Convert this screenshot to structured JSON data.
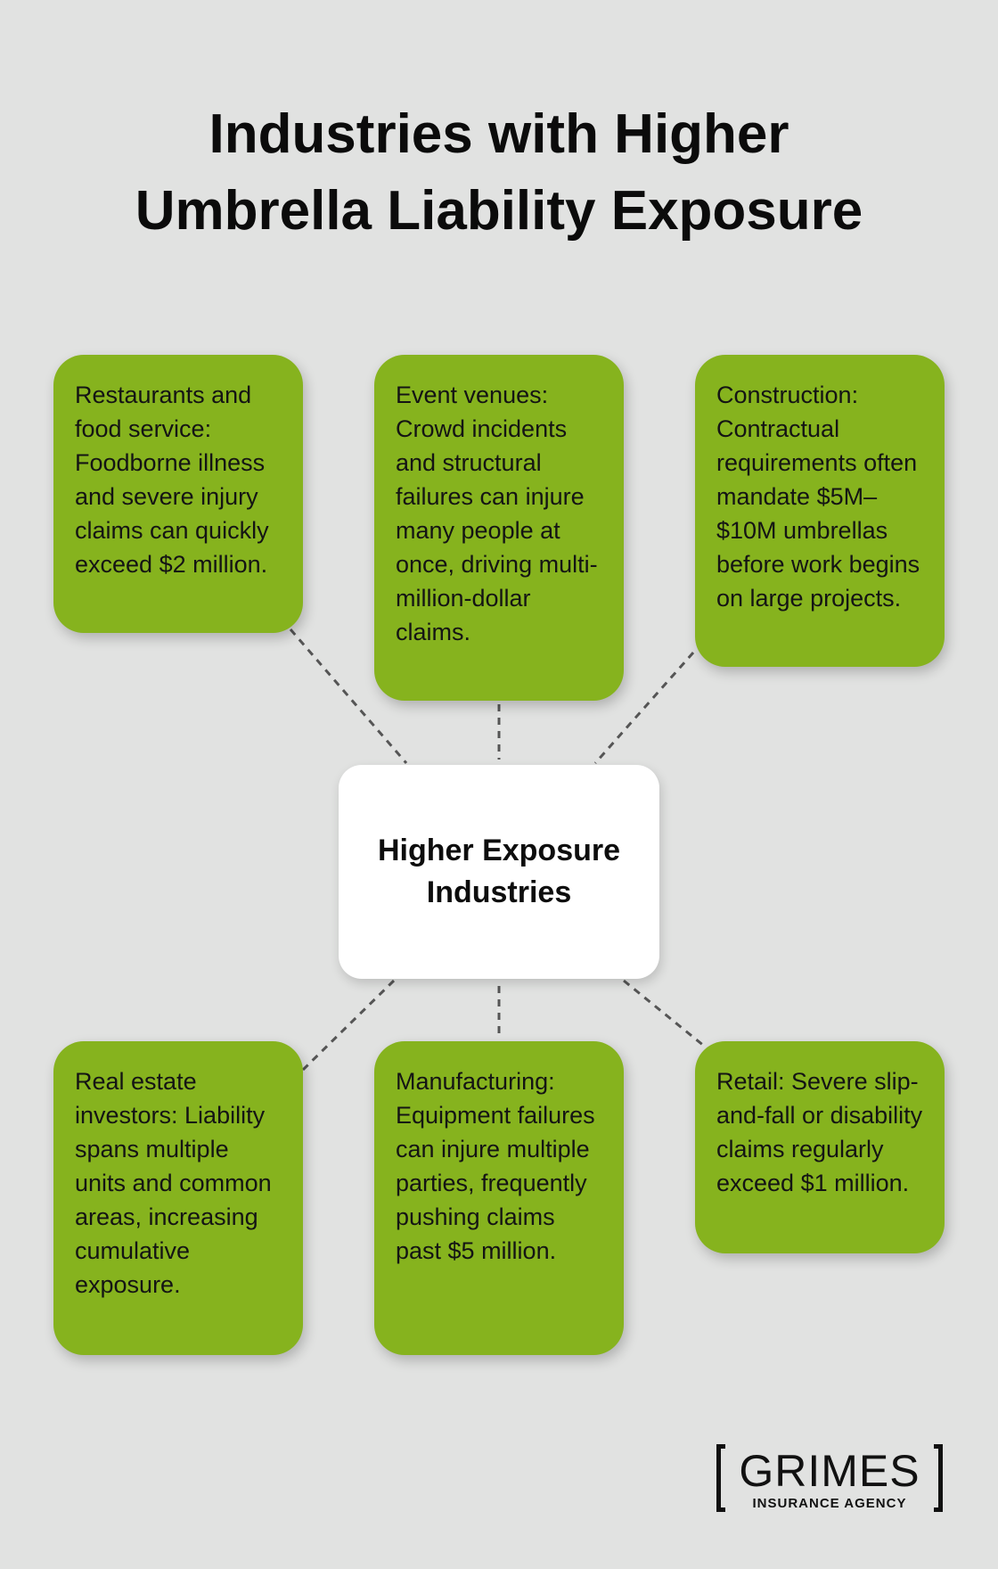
{
  "title": {
    "line1": "Industries with Higher",
    "line2": "Umbrella Liability Exposure"
  },
  "center": {
    "line1": "Higher Exposure",
    "line2": "Industries"
  },
  "cards": [
    {
      "text": "Restaurants and food service: Foodborne illness and severe injury claims can quickly exceed $2 million."
    },
    {
      "text": "Event venues: Crowd incidents and structural failures can injure many people at once, driving multi-million-dollar claims."
    },
    {
      "text": "Construction: Contractual requirements often mandate $5M–$10M umbrellas before work begins on large projects."
    },
    {
      "text": "Real estate investors: Liability spans multiple units and common areas, increasing cumulative exposure."
    },
    {
      "text": "Manufacturing: Equipment failures can injure multiple parties, frequently pushing claims past $5 million."
    },
    {
      "text": "Retail: Severe slip-and-fall or disability claims regularly exceed $1 million."
    }
  ],
  "logo": {
    "brand": "GRIMES",
    "tagline": "INSURANCE AGENCY"
  },
  "colors": {
    "background": "#e1e2e1",
    "card": "#86b31e",
    "center": "#ffffff",
    "connector": "#555555"
  }
}
